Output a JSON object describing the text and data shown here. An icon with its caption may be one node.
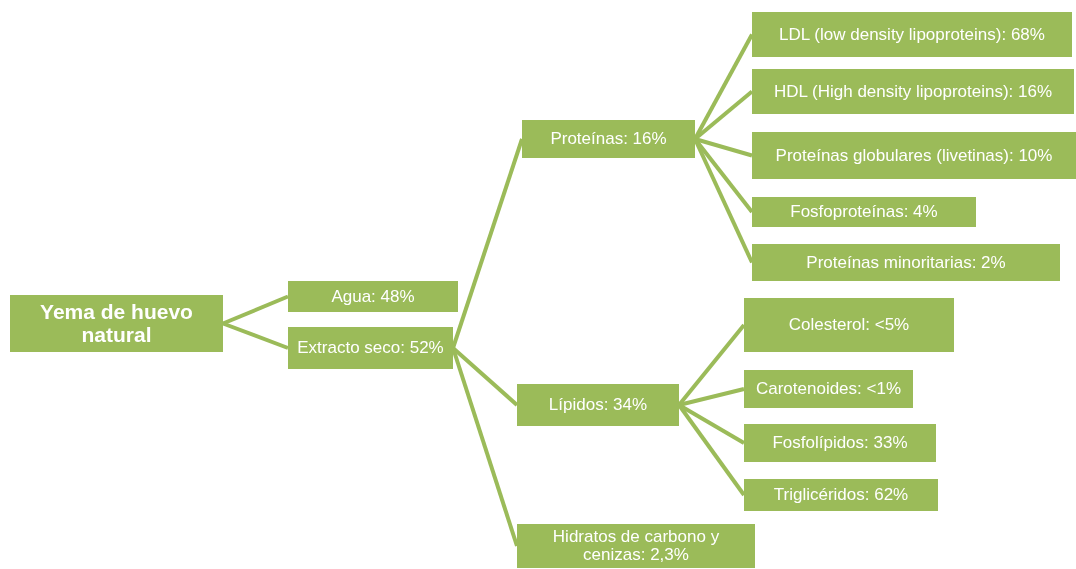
{
  "diagram": {
    "nodes": [
      {
        "text": [
          "Yema de huevo natural"
        ]
      },
      {
        "text": [
          "Agua: 48%"
        ]
      },
      {
        "text": [
          "Extracto seco: 52%"
        ]
      },
      {
        "text": [
          "Proteínas: 16%"
        ]
      },
      {
        "text": [
          "Lípidos: 34%"
        ]
      },
      {
        "text": [
          "Hidratos de carbono y cenizas: 2,3%"
        ]
      },
      {
        "text": [
          "LDL (low density lipoproteins): 68%"
        ]
      },
      {
        "text": [
          "HDL (High density lipoproteins): 16%"
        ]
      },
      {
        "text": [
          "Proteínas globulares (livetinas): 10%"
        ]
      },
      {
        "text": [
          "Fosfoproteínas: 4%"
        ]
      },
      {
        "text": [
          "Proteínas minoritarias: 2%"
        ]
      },
      {
        "text": [
          "Colesterol: <5%"
        ]
      },
      {
        "text": [
          "Carotenoides: <1%"
        ]
      },
      {
        "text": [
          "Fosfolípidos: 33%"
        ]
      },
      {
        "text": [
          "Triglicéridos: 62%"
        ]
      }
    ],
    "edges": [
      {
        "from": 0,
        "to": 1,
        "arrow": "none"
      },
      {
        "from": 0,
        "to": 2,
        "arrow": "none"
      },
      {
        "from": 2,
        "to": 3,
        "arrow": "none"
      },
      {
        "from": 2,
        "to": 4,
        "arrow": "none"
      },
      {
        "from": 2,
        "to": 5,
        "arrow": "none"
      },
      {
        "from": 3,
        "to": 6,
        "arrow": "none"
      },
      {
        "from": 3,
        "to": 7,
        "arrow": "none"
      },
      {
        "from": 3,
        "to": 8,
        "arrow": "none"
      },
      {
        "from": 3,
        "to": 9,
        "arrow": "none"
      },
      {
        "from": 3,
        "to": 10,
        "arrow": "none"
      },
      {
        "from": 4,
        "to": 11,
        "arrow": "none"
      },
      {
        "from": 4,
        "to": 12,
        "arrow": "none"
      },
      {
        "from": 4,
        "to": 13,
        "arrow": "none"
      },
      {
        "from": 4,
        "to": 14,
        "arrow": "none"
      }
    ]
  }
}
